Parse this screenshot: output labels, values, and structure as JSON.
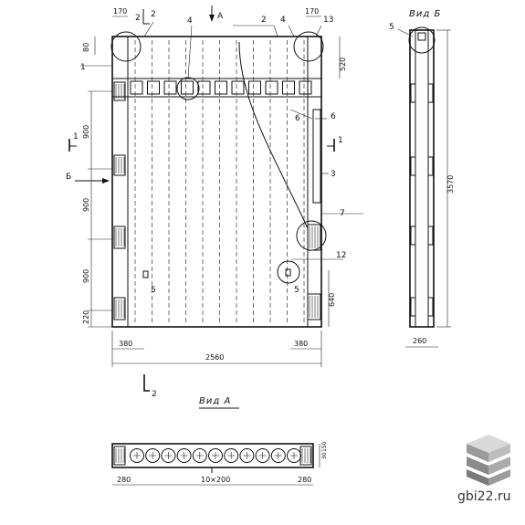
{
  "views": {
    "view_b_title": "Вид Б",
    "view_a_title": "Вид А"
  },
  "markers": {
    "arrow_a": "А",
    "arrow_b": "Б",
    "section_1_top": "1",
    "section_1_left": "1",
    "section_2_top": "2",
    "section_2_bottom": "2"
  },
  "callouts": [
    "1",
    "2",
    "4",
    "4",
    "2",
    "13",
    "3",
    "5",
    "5",
    "5",
    "6",
    "6",
    "7",
    "12"
  ],
  "dims": {
    "top_170_left": "170",
    "top_170_right": "170",
    "left_80": "80",
    "right_520": "520",
    "left_900_a": "900",
    "left_900_b": "900",
    "left_900_c": "900",
    "left_220": "220",
    "right_640": "640",
    "bottom_380_left": "380",
    "bottom_380_right": "380",
    "total_width": "2560",
    "side_height": "3570",
    "side_width": "260",
    "va_280_left": "280",
    "va_pitch": "10×200",
    "va_280_right": "280",
    "va_h1": "30",
    "va_h2": "150"
  },
  "watermark": {
    "text": "gbi22.ru"
  }
}
